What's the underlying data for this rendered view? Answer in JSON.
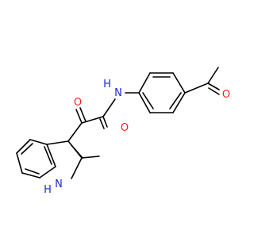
{
  "molecule": {
    "atoms": {
      "N_amide": {
        "symbol": "N",
        "sub": "H",
        "color": "#1e2ad6"
      },
      "O_amide": {
        "symbol": "O",
        "color": "#ff1f1f"
      },
      "O_keto": {
        "symbol": "O",
        "color": "#ff1f1f"
      },
      "O_acetyl": {
        "symbol": "O",
        "color": "#ff1f1f"
      },
      "N_indole": {
        "symbol": "H",
        "sub": "N",
        "color": "#1e2ad6"
      }
    }
  }
}
